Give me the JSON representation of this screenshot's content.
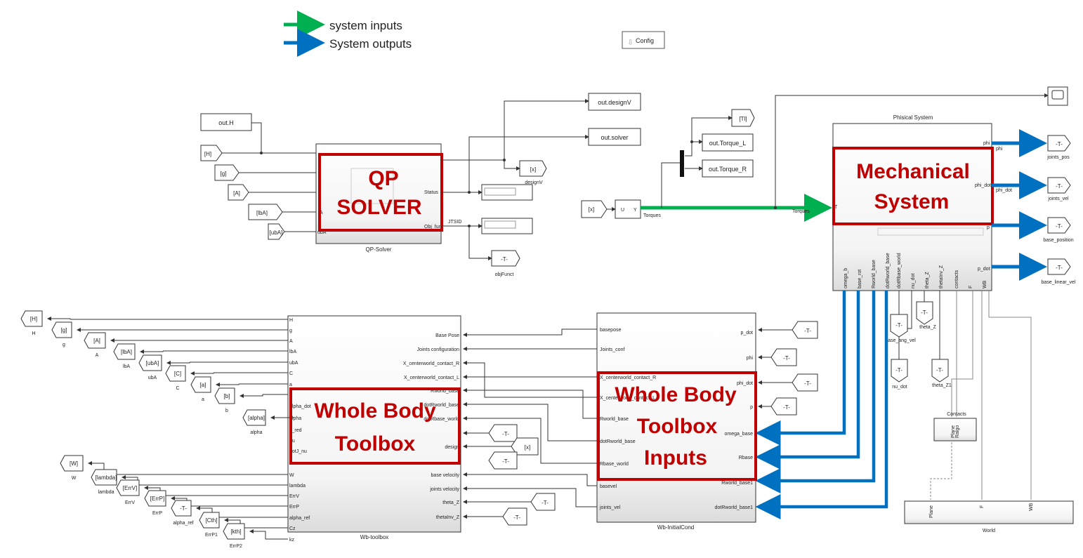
{
  "legend": {
    "inputs": "system inputs",
    "outputs": "System outputs"
  },
  "config": "Config",
  "colors": {
    "input_arrow": "#00b050",
    "output_arrow": "#0070c0",
    "highlight": "#c00000"
  },
  "qp_solver": {
    "caption": "QP-Solver",
    "title_line1": "QP",
    "title_line2": "SOLVER",
    "port_status": "Status",
    "port_obj": "Obj_fun",
    "port_uba": "ubA",
    "port_a": "A",
    "wire_jtsid": "JTSID",
    "out_designV": "out.designV",
    "out_solver": "out.solver",
    "out_H": "out.H",
    "goto_x": "[x]",
    "goto_x_caption": "designV",
    "goto_T": "-T-",
    "goto_T_caption": "objFunct",
    "from_H": "[H]",
    "from_g": "[g]",
    "from_A": "[A]",
    "from_lbA": "[lbA]",
    "from_ubA": "[ubA]"
  },
  "middle": {
    "from_x": "[x]",
    "mux_u": "U",
    "mux_y": "Y",
    "torques_left": "Torques",
    "torques_right": "Torques",
    "goto_tl": "[Tl]",
    "torque_L": "out.Torque_L",
    "torque_R": "out.Torque_R"
  },
  "mechanical": {
    "caption_top": "Phisical System",
    "title_line1": "Mechanical",
    "title_line2": "System",
    "input_T": "T",
    "out_phi": "phi",
    "out_phi2": "phi",
    "out_phi_dot": "phi_dot",
    "out_phi_dot2": "phi_dot",
    "out_p": "p",
    "out_p_dot": "p_dot",
    "bottom_ports": [
      "omega_b",
      "base_rot",
      "Rworld_base",
      "dotRworld_base",
      "dotRbase_world",
      "nu_dot",
      "theta_Z",
      "thetaInv_Z",
      "contacts",
      "F",
      "WB"
    ],
    "goto_T": "-T-",
    "goto_joints_pos": "joints_pos",
    "goto_joints_vel": "joints_vel",
    "goto_base_position": "base_position",
    "goto_base_linear_vel": "base_linear_vel",
    "base_ang_vel": "base_ang_vel",
    "nu_dot_lbl": "nu_dot",
    "theta_Z_lbl": "theta_Z",
    "theta_Z1_lbl": "theta_Z1"
  },
  "contacts": {
    "caption": "Contacts",
    "p1": "Plane",
    "p2": "Ralgo"
  },
  "world": {
    "caption": "World",
    "p1": "Plane",
    "p2": "F",
    "p3": "WB"
  },
  "wbt": {
    "caption": "Wb-toolbox",
    "title_line1": "Whole Body",
    "title_line2": "Toolbox",
    "inputs_left": [
      "H",
      "g",
      "A",
      "lbA",
      "ubA",
      "C",
      "a",
      "b",
      "alpha_dot",
      "alpha",
      "c_red",
      "nu",
      "dotJ_nu",
      "W",
      "lambda",
      "ErrV",
      "ErrP",
      "alpha_ref",
      "Cz",
      "kz"
    ],
    "inputs_right": [
      "Base Pose",
      "Joints configuration",
      "X_centerworld_contact_R",
      "X_centerworld_contact_L",
      "Rworld_base",
      "dotRworld_base",
      "dotRbase_world",
      "design",
      "base velocity",
      "joints velocity",
      "theta_Z",
      "thetaInv_Z"
    ],
    "gotos_top": [
      "[H]",
      "[g]",
      "[A]",
      "[lbA]",
      "[ubA]",
      "[C]",
      "[a]",
      "[b]",
      "[alpha]"
    ],
    "captions_top": [
      "H",
      "g",
      "A",
      "lbA",
      "ubA",
      "C",
      "a",
      "b",
      "alpha"
    ],
    "gotos_bottom": [
      "[W]",
      "[lambda]",
      "[ErrV]",
      "[ErrP]",
      "-T-",
      "[Cth]",
      "[kth]"
    ],
    "captions_bottom": [
      "W",
      "lambda",
      "ErrV",
      "ErrP",
      "alpha_ref",
      "ErrP1",
      "ErrP2"
    ],
    "from_T": "-T-",
    "from_x": "[x]"
  },
  "wbi": {
    "caption": "Wb-InitialCond",
    "title_line1": "Whole Body",
    "title_line2": "Toolbox",
    "title_line3": "Inputs",
    "left_ports": [
      "basepose",
      "Joints_conf",
      "X_centerworld_contact_R",
      "X_centerworld_contact_L",
      "Rworld_base",
      "dotRworld_base",
      "Rbase_world",
      "basevel",
      "joints_vel"
    ],
    "right_ports": [
      "p_dot",
      "phi",
      "phi_dot",
      "p",
      "omega_base",
      "Rbase",
      "Rworld_base1",
      "dotRworld_base1"
    ],
    "from_T": "-T-"
  }
}
